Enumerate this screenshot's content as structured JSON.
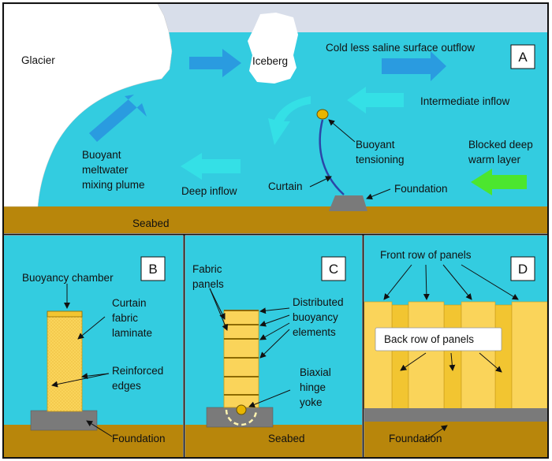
{
  "colors": {
    "water": "#33CCE0",
    "sky": "#D8DEEA",
    "seabed": "#B8860B",
    "foundation": "#7A7A7A",
    "panel": "#FAD45A",
    "panel_dark": "#F2C531",
    "arrow_blue": "#2A9BE0",
    "arrow_cyan": "#34E0E6",
    "arrow_green": "#4CE62E",
    "buoy": "#E8B500",
    "curtain_line": "#2B46A8"
  },
  "panel_a": {
    "letter": "A",
    "glacier": "Glacier",
    "iceberg": "Iceberg",
    "surface_outflow": "Cold less saline surface outflow",
    "intermediate_inflow": "Intermediate inflow",
    "buoyant_tensioning": [
      "Buoyant",
      "tensioning"
    ],
    "blocked_layer": [
      "Blocked deep",
      "warm layer"
    ],
    "plume": [
      "Buoyant",
      "meltwater",
      "mixing plume"
    ],
    "deep_inflow": "Deep inflow",
    "curtain": "Curtain",
    "foundation": "Foundation",
    "seabed": "Seabed"
  },
  "panel_b": {
    "letter": "B",
    "buoyancy_chamber": "Buoyancy chamber",
    "fabric": [
      "Curtain",
      "fabric",
      "laminate"
    ],
    "edges": [
      "Reinforced",
      "edges"
    ],
    "foundation": "Foundation"
  },
  "panel_c": {
    "letter": "C",
    "fabric_panels": [
      "Fabric",
      "panels"
    ],
    "distributed": [
      "Distributed",
      "buoyancy",
      "elements"
    ],
    "hinge": [
      "Biaxial",
      "hinge",
      "yoke"
    ],
    "seabed": "Seabed"
  },
  "panel_d": {
    "letter": "D",
    "front_row": "Front row of panels",
    "back_row": "Back row of panels",
    "foundation": "Foundation"
  }
}
